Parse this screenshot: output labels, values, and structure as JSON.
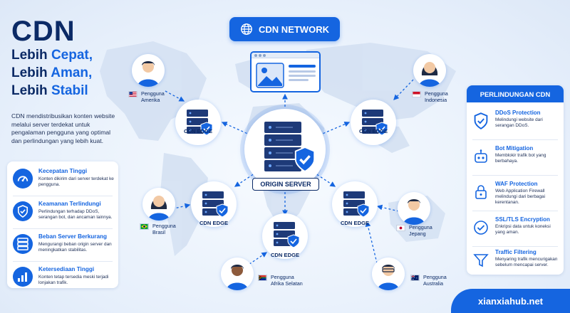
{
  "title": "CDN",
  "taglines": [
    {
      "a": "Lebih ",
      "b": "Cepat,"
    },
    {
      "a": "Lebih ",
      "b": "Aman,"
    },
    {
      "a": "Lebih ",
      "b": "Stabil"
    }
  ],
  "description": "CDN mendistribusikan konten website melalui server terdekat untuk pengalaman pengguna yang optimal dan perlindungan yang lebih kuat.",
  "benefits": [
    {
      "title": "Kecepatan Tinggi",
      "desc": "Konten dikirim dari server terdekat ke pengguna.",
      "icon": "speedometer-icon"
    },
    {
      "title": "Keamanan Terlindungi",
      "desc": "Perlindungan terhadap DDoS, serangan bot, dan ancaman lainnya.",
      "icon": "shield-check-icon"
    },
    {
      "title": "Beban Server Berkurang",
      "desc": "Mengurangi beban origin server dan meningkatkan stabilitas.",
      "icon": "server-stack-icon"
    },
    {
      "title": "Ketersediaan Tinggi",
      "desc": "Konten tetap tersedia meski terjadi lonjakan trafik.",
      "icon": "bar-chart-icon"
    }
  ],
  "network_badge": "CDN NETWORK",
  "origin_label": "ORIGIN SERVER",
  "edge_label": "CDN EDGE",
  "users": [
    {
      "line1": "Pengguna",
      "line2": "Amerika",
      "flag": "us-flag-icon"
    },
    {
      "line1": "Pengguna",
      "line2": "Indonesia",
      "flag": "indonesia-flag-icon"
    },
    {
      "line1": "Pengguna",
      "line2": "Brasil",
      "flag": "brazil-flag-icon"
    },
    {
      "line1": "Pengguna",
      "line2": "Jepang",
      "flag": "japan-flag-icon"
    },
    {
      "line1": "Pengguna",
      "line2": "Afrika Selatan",
      "flag": "south-africa-flag-icon"
    },
    {
      "line1": "Pengguna",
      "line2": "Australia",
      "flag": "australia-flag-icon"
    }
  ],
  "protection": {
    "heading": "PERLINDUNGAN CDN",
    "items": [
      {
        "title": "DDoS Protection",
        "desc": "Melindungi website dari serangan DDoS.",
        "icon": "shield-check-icon"
      },
      {
        "title": "Bot Mitigation",
        "desc": "Memblokir trafik bot yang berbahaya.",
        "icon": "robot-icon"
      },
      {
        "title": "WAF Protection",
        "desc": "Web Application Firewall melindungi dari berbagai kerentanan.",
        "icon": "lock-icon"
      },
      {
        "title": "SSL/TLS Encryption",
        "desc": "Enkripsi data untuk koneksi yang aman.",
        "icon": "check-circle-icon"
      },
      {
        "title": "Traffic Filtering",
        "desc": "Menyaring trafik mencurigakan sebelum mencapai server.",
        "icon": "filter-icon"
      }
    ]
  },
  "footer": "xianxiahub.net",
  "colors": {
    "primary": "#1565e0",
    "navy": "#0b2a66",
    "background": "#eef4fc"
  }
}
